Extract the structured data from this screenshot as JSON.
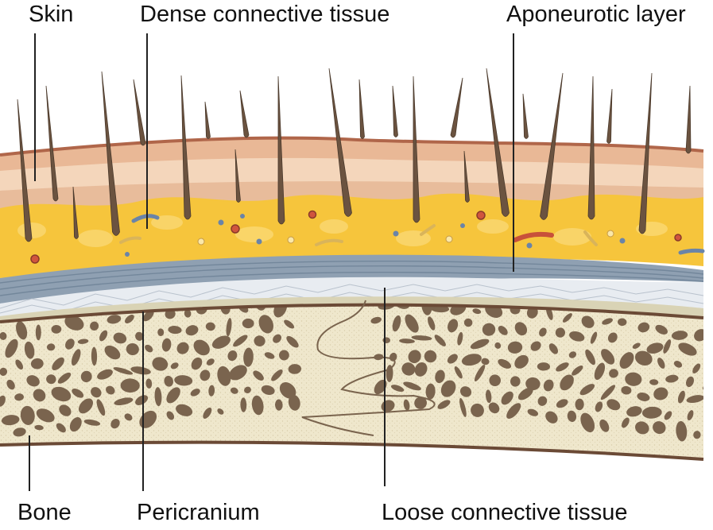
{
  "labels": {
    "skin": "Skin",
    "dense_connective_tissue": "Dense connective tissue",
    "aponeurotic_layer": "Aponeurotic layer",
    "bone": "Bone",
    "pericranium": "Pericranium",
    "loose_connective_tissue": "Loose connective tissue"
  },
  "colors": {
    "skin_outer": "#e7b595",
    "skin_inner": "#f3d2b6",
    "dermis_band": "#e8bb98",
    "fat": "#f6c53c",
    "fat_light": "#fad770",
    "aponeurosis": "#8fa0b2",
    "aponeurosis_dark": "#6d8196",
    "loose_tissue": "#e8ecf1",
    "pericranium": "#d9d3b5",
    "bone": "#efe7cc",
    "bone_cavity": "#7a644e",
    "hair": "#6b5340",
    "leader_line": "#222222"
  }
}
